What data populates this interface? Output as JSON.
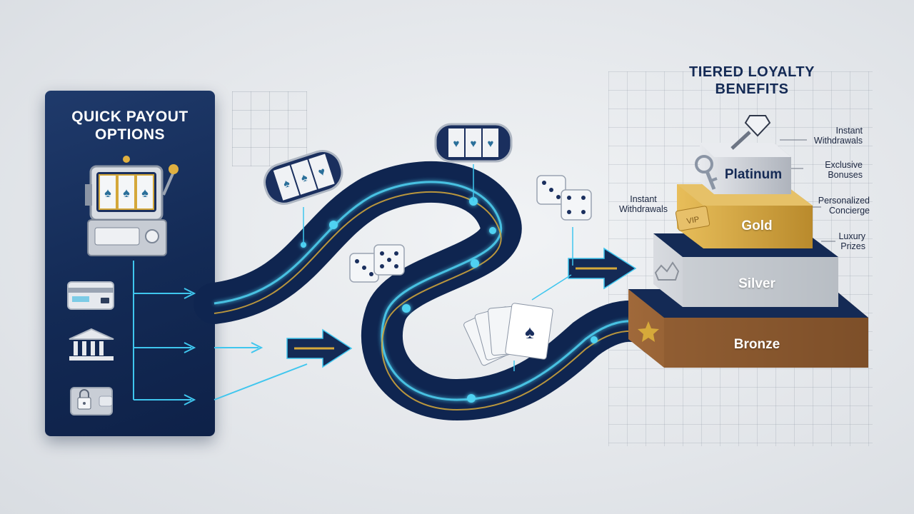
{
  "payout_panel": {
    "title_line1": "QUICK PAYOUT",
    "title_line2": "OPTIONS",
    "icons": [
      "slot-machine-icon",
      "credit-card-icon",
      "bank-icon",
      "wallet-lock-icon"
    ]
  },
  "loyalty": {
    "title_line1": "TIERED LOYALTY",
    "title_line2": "BENEFITS",
    "tiers": {
      "platinum": "Platinum",
      "gold": "Gold",
      "silver": "Silver",
      "bronze": "Bronze"
    },
    "badges": {
      "vip": "VIP"
    },
    "benefits_right": [
      {
        "line1": "Instant",
        "line2": "Withdrawals"
      },
      {
        "line1": "Exclusive",
        "line2": "Bonuses"
      },
      {
        "line1": "Personalized",
        "line2": "Concierge"
      },
      {
        "line1": "Luxury",
        "line2": "Prizes"
      }
    ],
    "benefit_left": {
      "line1": "Instant",
      "line2": "Withdrawals"
    }
  },
  "colors": {
    "navy": "#132a55",
    "track_glow": "#4fd2f2",
    "gold_line": "#d6a93a",
    "platinum": "#c9ccd3",
    "gold": "#d7a640",
    "silver": "#bfc3c9",
    "bronze": "#8a5a30"
  }
}
